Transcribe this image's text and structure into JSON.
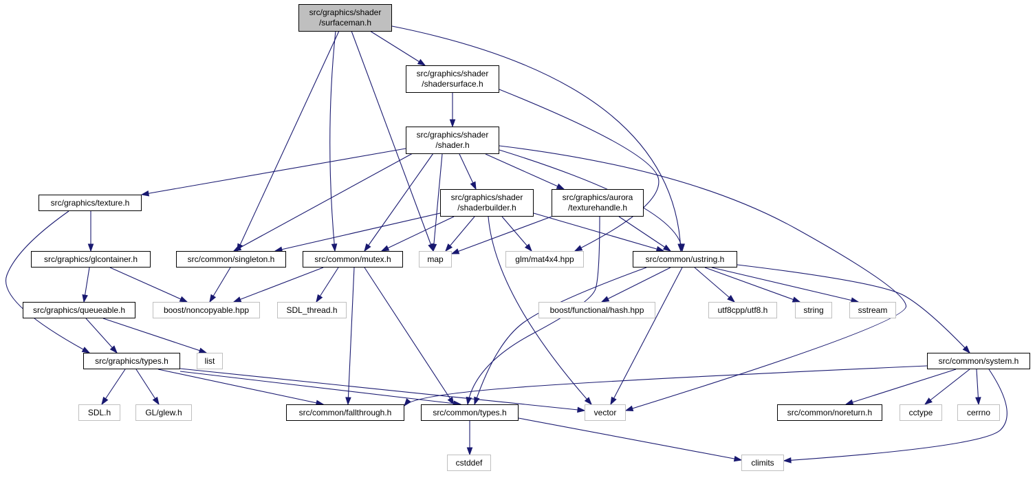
{
  "colors": {
    "edge": "#191970",
    "root_fill": "#bfbfbf",
    "internal_border": "#000000",
    "external_border": "#bfbfbf"
  },
  "nodes": {
    "surfaceman": "src/graphics/shader\n/surfaceman.h",
    "shadersurface": "src/graphics/shader\n/shadersurface.h",
    "shader": "src/graphics/shader\n/shader.h",
    "texture": "src/graphics/texture.h",
    "shaderbuilder": "src/graphics/shader\n/shaderbuilder.h",
    "texturehandle": "src/graphics/aurora\n/texturehandle.h",
    "glcontainer": "src/graphics/glcontainer.h",
    "singleton": "src/common/singleton.h",
    "mutex": "src/common/mutex.h",
    "map": "map",
    "mat4x4": "glm/mat4x4.hpp",
    "ustring": "src/common/ustring.h",
    "queueable": "src/graphics/queueable.h",
    "noncopyable": "boost/noncopyable.hpp",
    "sdl_thread": "SDL_thread.h",
    "hash": "boost/functional/hash.hpp",
    "utf8": "utf8cpp/utf8.h",
    "string": "string",
    "sstream": "sstream",
    "gtypes": "src/graphics/types.h",
    "list": "list",
    "system": "src/common/system.h",
    "sdl": "SDL.h",
    "glew": "GL/glew.h",
    "fallthrough": "src/common/fallthrough.h",
    "ctypes": "src/common/types.h",
    "vector": "vector",
    "noreturn": "src/common/noreturn.h",
    "cctype": "cctype",
    "cerrno": "cerrno",
    "cstddef": "cstddef",
    "climits": "climits"
  }
}
